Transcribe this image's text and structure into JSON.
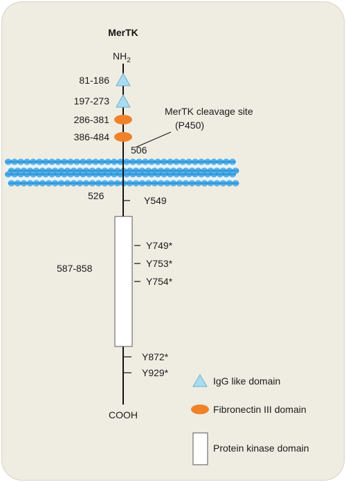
{
  "title": "MerTK",
  "n_terminus": "NH",
  "n_terminus_sub": "2",
  "c_terminus": "COOH",
  "ig_domains": [
    {
      "range": "81-186"
    },
    {
      "range": "197-273"
    }
  ],
  "fn_domains": [
    {
      "range": "286-381"
    },
    {
      "range": "386-484"
    }
  ],
  "cleavage_label": "MerTK cleavage site",
  "cleavage_sub": "(P450)",
  "membrane_start": "506",
  "membrane_end": "526",
  "kinase_range": "587-858",
  "tyrosines": [
    "Y549",
    "Y749*",
    "Y753*",
    "Y754*",
    "Y872*",
    "Y929*"
  ],
  "legend": {
    "ig": "IgG like domain",
    "fn": "Fibronectin III domain",
    "kinase": "Protein kinase domain"
  },
  "colors": {
    "background": "#efede2",
    "ig": "#a9dcf0",
    "fn": "#f0822a",
    "membrane": "#2f9fe0"
  }
}
